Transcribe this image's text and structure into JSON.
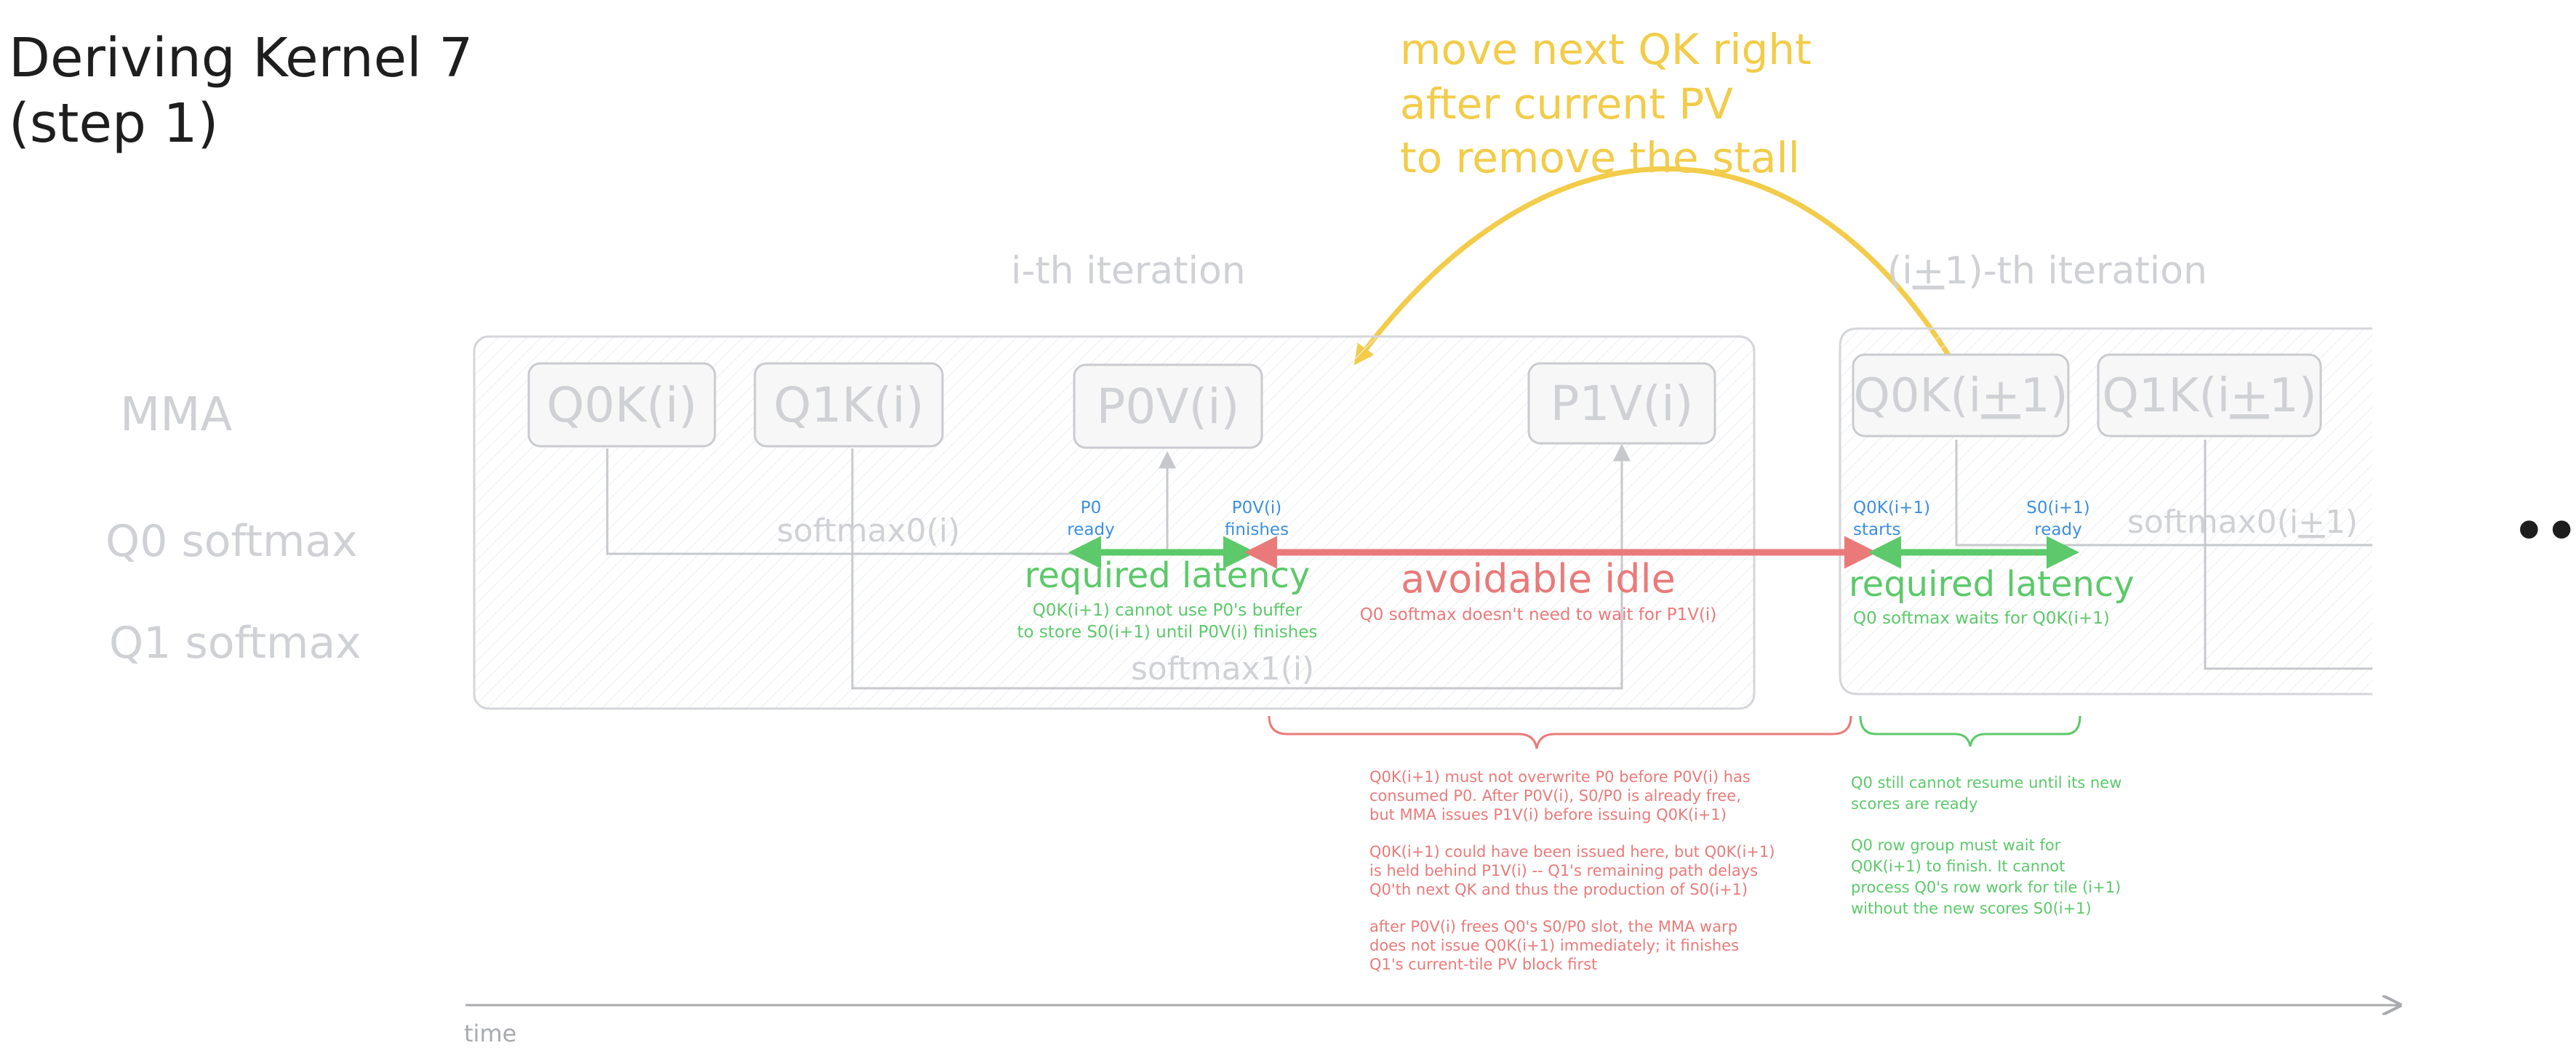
{
  "title": [
    "Deriving Kernel 7",
    "(step 1)"
  ],
  "annotation_top": [
    "move next QK right",
    "after current PV",
    "to remove the stall"
  ],
  "iteration_labels": {
    "current": "i-th iteration",
    "next_prefix": "(i",
    "next_plus": "+",
    "next_mid": "1",
    "next_suffix": ")-th iteration"
  },
  "row_labels": {
    "mma": "MMA",
    "q0": "Q0 softmax",
    "q1": "Q1 softmax"
  },
  "blocks": {
    "q0k_i": "Q0K(i)",
    "q1k_i": "Q1K(i)",
    "p0v_i": "P0V(i)",
    "p1v_i": "P1V(i)",
    "q0k_next_pre": "Q0K(i",
    "q0k_next_plus": "+",
    "q0k_next_post": "1)",
    "q1k_next_pre": "Q1K(i",
    "q1k_next_plus": "+",
    "q1k_next_post": "1)"
  },
  "softmax_labels": {
    "s0_i": "softmax0(i)",
    "s1_i": "softmax1(i)",
    "s0_next_pre": "softmax0(i",
    "s0_next_plus": "+",
    "s0_next_post": "1)"
  },
  "markers": {
    "p0_ready": [
      "P0",
      "ready"
    ],
    "p0v_finishes": [
      "P0V(i)",
      "finishes"
    ],
    "q0k_starts": [
      "Q0K(i+1)",
      "starts"
    ],
    "s0_ready": [
      "S0(i+1)",
      "ready"
    ]
  },
  "spans": {
    "req_latency_1": "required latency",
    "req_latency_1_note": [
      "Q0K(i+1) cannot use P0's buffer",
      "to store S0(i+1) until P0V(i) finishes"
    ],
    "avoidable_idle": "avoidable idle",
    "avoidable_idle_note": "Q0 softmax doesn't need to wait for P1V(i)",
    "req_latency_2": "required latency",
    "req_latency_2_note": "Q0 softmax waits for Q0K(i+1)"
  },
  "notes_red": [
    [
      "Q0K(i+1) must not overwrite P0 before P0V(i) has",
      "consumed P0. After P0V(i), S0/P0 is already free,",
      "but MMA issues P1V(i) before issuing Q0K(i+1)"
    ],
    [
      "Q0K(i+1) could have been issued here, but Q0K(i+1)",
      "is held behind P1V(i) -- Q1's remaining path delays",
      "Q0'th next QK and thus the production of S0(i+1)"
    ],
    [
      "after P0V(i) frees Q0's S0/P0 slot, the MMA warp",
      "does not issue Q0K(i+1) immediately; it finishes",
      "Q1's current-tile PV block first"
    ]
  ],
  "notes_green": [
    [
      "Q0 still cannot resume until its new",
      "scores are ready"
    ],
    [
      "Q0 row group must wait for",
      "Q0K(i+1) to finish. It cannot",
      "process Q0's row work for tile (i+1)",
      "without the new scores S0(i+1)"
    ]
  ],
  "ellipsis": "•••",
  "time_label": "time",
  "colors": {
    "ink": "#1e1e1e",
    "faint": "#c6c8cc",
    "faint_text": "#cfd1d5",
    "box_fill": "#f7f7f8",
    "yellow": "#f2cc4a",
    "green": "#5cc96a",
    "red": "#ea7a7a",
    "blue": "#3d8fe0",
    "axis": "#a8aaae"
  }
}
